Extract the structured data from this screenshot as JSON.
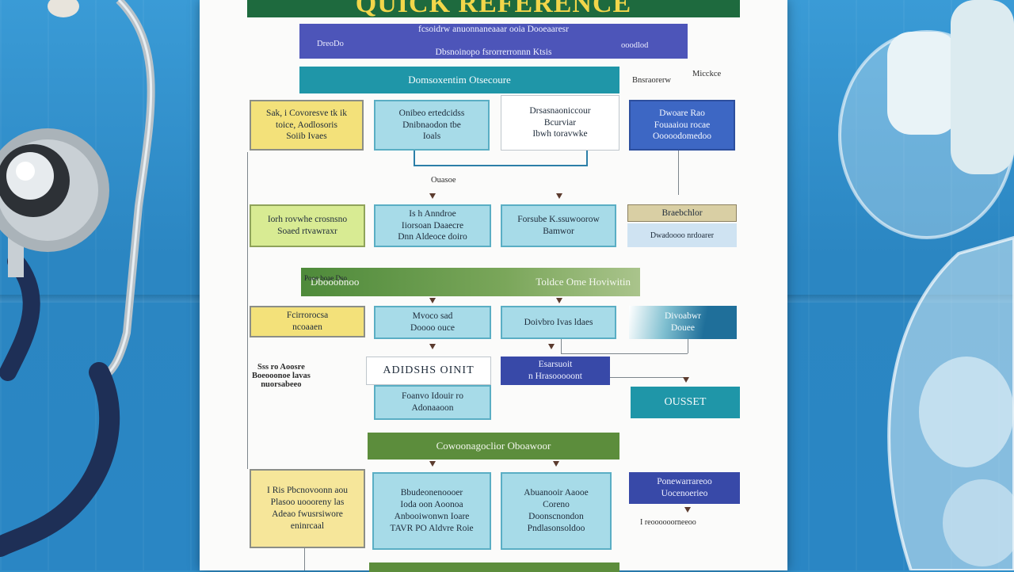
{
  "header": {
    "title": "QUICK REFERENCE"
  },
  "top_banner": {
    "line1": "fcsoidrw anuonnaneaaar ooia Dooeaaresr",
    "line2": "Dbsnoinopo fsrorrerronnn Ktsis",
    "left_tag": "DreoDo",
    "right_tag": "ooodlod"
  },
  "teal_header": "Domsoxentim Otsecoure",
  "row1": {
    "yellow": "Sak, i Covoresve tk ik\ntoice, Aodlosoris\nSoiib Ivaes",
    "cyan": "Onibeo ertedcidss\nDnibnaodon tbe\nIoals",
    "white": "Drsasnaoniccour\nBcurviar\nIbwh toravwke",
    "side": "Bnsraorerw",
    "side2": "Micckce",
    "blue": "Dwoare Rao\nFouaaiou rocae\nOoooodomedoo"
  },
  "mid_label": "Ouasoe",
  "row2": {
    "lime": "Iorh rovwhe crosnsno\nSoaed rtvawraxr",
    "cyan1": "Is h Anndroe\nIiorsoan Daaecre\nDnn Aldeoce doiro",
    "cyan2": "Forsube K.ssuwoorow\nBamwor",
    "tan": "Braebchlor",
    "tan2": "Dwadoooo nrdoarer"
  },
  "green_banner": {
    "left": "Dbooobnoo",
    "right": "Toldce Ome Hoviwitin",
    "left_small": "Pooe boae Dso"
  },
  "row3": {
    "yellow": "Fcirrorocsa\nncoaaen",
    "cyan1": "Mvoco sad\nDoooo ouce",
    "cyan2": "Doivbro Ivas ldaes",
    "teal": "Divoabwr\nDouee"
  },
  "row4": {
    "side": "Sss ro Aoosre\nBoeooonoe lavas\nnuorsabeeo",
    "white": "ADIDSHS OINIT",
    "cyan": "Foanvo Idouir ro\nAdonaaoon",
    "navy": "Esarsuoit\nn Hrasooooont",
    "teal": "OUSSET"
  },
  "green2": "Cowoonagoclior Oboawoor",
  "row5": {
    "white": "I Ris Pbcnovoonn aou\nPlasoo uoooreny las\nAdeao fwusrsiwore\neninrcaal",
    "cyan1": "Bbudeonenoooer\nIoda oon Aoonoa\nAnbooiwonwn Ioare\nTAVR PO Aldvre Roie",
    "cyan2": "Abuanooir Aaooe\nCoreno\nDoonscnondon\nPndlasonsoldoo",
    "navy": "Ponewarrareoo\nUocenoerieo",
    "side": "I reoooooorneeoo"
  }
}
